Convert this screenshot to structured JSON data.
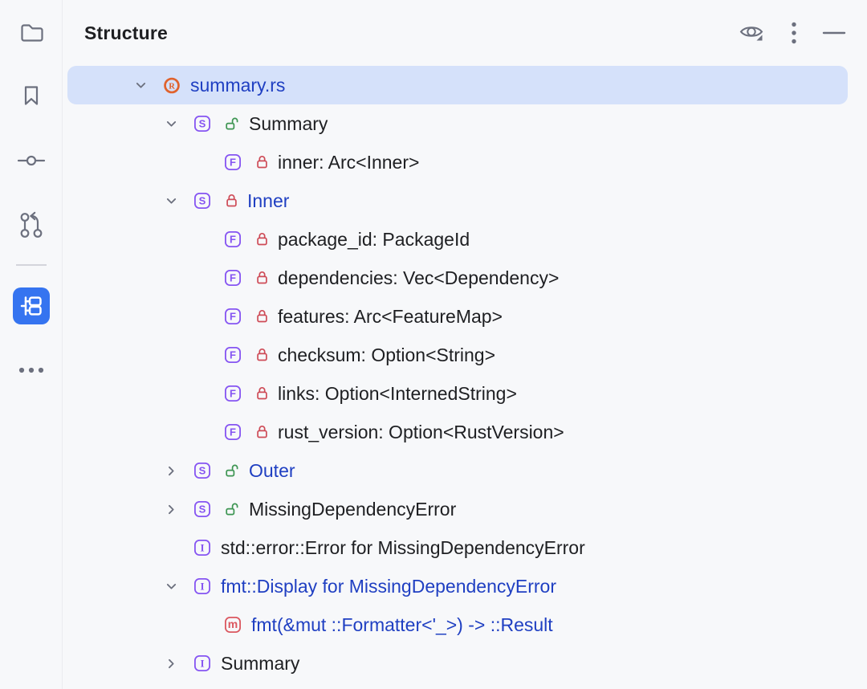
{
  "colors": {
    "accent_blue": "#3574F0",
    "selection_bg": "#D5E1FA",
    "link_blue": "#1F3FC2",
    "icon_purple": "#8655F2",
    "icon_red": "#CE4B57",
    "icon_green": "#3D9552",
    "rust_orange": "#E0622D",
    "icon_gray": "#6C707E",
    "text_default": "#1E1F22"
  },
  "stripe": {
    "items": [
      {
        "name": "project-folder-icon",
        "active": false
      },
      {
        "name": "bookmarks-icon",
        "active": false
      },
      {
        "name": "commit-icon",
        "active": false
      },
      {
        "name": "pull-requests-icon",
        "active": false
      },
      {
        "name": "structure-icon",
        "active": true
      },
      {
        "name": "more-tool-windows-icon",
        "active": false
      }
    ]
  },
  "panel": {
    "title": "Structure",
    "toolbar": [
      {
        "name": "view-options-icon"
      },
      {
        "name": "more-options-icon"
      },
      {
        "name": "hide-icon"
      }
    ]
  },
  "icon_glyphs": {
    "struct": "S",
    "field": "F",
    "trait": "I",
    "method": "m",
    "rust-file": "R"
  },
  "tree": {
    "rows": [
      {
        "label": "summary.rs",
        "depth": 0,
        "chevron": "expanded",
        "icon": "rust-file",
        "lock": null,
        "blue": true,
        "selected": true
      },
      {
        "label": "Summary",
        "depth": 1,
        "chevron": "expanded",
        "icon": "struct",
        "lock": "public",
        "blue": false,
        "selected": false
      },
      {
        "label": "inner: Arc<Inner>",
        "depth": 2,
        "chevron": "none",
        "icon": "field",
        "lock": "private",
        "blue": false,
        "selected": false
      },
      {
        "label": "Inner",
        "depth": 1,
        "chevron": "expanded",
        "icon": "struct",
        "lock": "private",
        "blue": true,
        "selected": false
      },
      {
        "label": "package_id: PackageId",
        "depth": 2,
        "chevron": "none",
        "icon": "field",
        "lock": "private",
        "blue": false,
        "selected": false
      },
      {
        "label": "dependencies: Vec<Dependency>",
        "depth": 2,
        "chevron": "none",
        "icon": "field",
        "lock": "private",
        "blue": false,
        "selected": false
      },
      {
        "label": "features: Arc<FeatureMap>",
        "depth": 2,
        "chevron": "none",
        "icon": "field",
        "lock": "private",
        "blue": false,
        "selected": false
      },
      {
        "label": "checksum: Option<String>",
        "depth": 2,
        "chevron": "none",
        "icon": "field",
        "lock": "private",
        "blue": false,
        "selected": false
      },
      {
        "label": "links: Option<InternedString>",
        "depth": 2,
        "chevron": "none",
        "icon": "field",
        "lock": "private",
        "blue": false,
        "selected": false
      },
      {
        "label": "rust_version: Option<RustVersion>",
        "depth": 2,
        "chevron": "none",
        "icon": "field",
        "lock": "private",
        "blue": false,
        "selected": false
      },
      {
        "label": "Outer",
        "depth": 1,
        "chevron": "collapsed",
        "icon": "struct",
        "lock": "public",
        "blue": true,
        "selected": false
      },
      {
        "label": "MissingDependencyError",
        "depth": 1,
        "chevron": "collapsed",
        "icon": "struct",
        "lock": "public",
        "blue": false,
        "selected": false
      },
      {
        "label": "std::error::Error for MissingDependencyError",
        "depth": 1,
        "chevron": "none",
        "icon": "trait",
        "lock": null,
        "blue": false,
        "selected": false
      },
      {
        "label": "fmt::Display for MissingDependencyError",
        "depth": 1,
        "chevron": "expanded",
        "icon": "trait",
        "lock": null,
        "blue": true,
        "selected": false
      },
      {
        "label": "fmt(&mut ::Formatter<'_>) -> ::Result",
        "depth": 2,
        "chevron": "none",
        "icon": "method",
        "lock": null,
        "blue": true,
        "selected": false
      },
      {
        "label": "Summary",
        "depth": 1,
        "chevron": "collapsed",
        "icon": "trait",
        "lock": null,
        "blue": false,
        "selected": false
      }
    ]
  }
}
